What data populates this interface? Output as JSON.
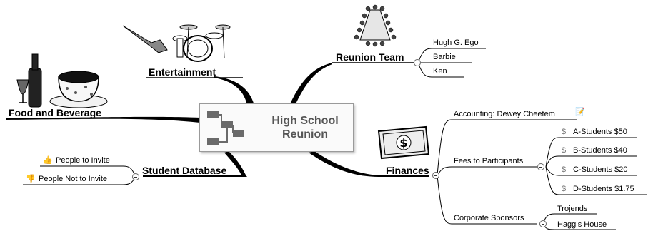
{
  "central_topic": {
    "line1": "High School",
    "line2": "Reunion"
  },
  "branches": {
    "reunion_team": {
      "label": "Reunion Team",
      "members": [
        "Hugh G. Ego",
        "Barbie",
        "Ken"
      ]
    },
    "entertainment": {
      "label": "Entertainment"
    },
    "food_beverage": {
      "label": "Food and Beverage"
    },
    "student_database": {
      "label": "Student Database",
      "items": [
        "People to Invite",
        "People Not to Invite"
      ]
    },
    "finances": {
      "label": "Finances",
      "accounting": "Accounting: Dewey Cheetem",
      "fees": {
        "label": "Fees to Participants",
        "items": [
          "A-Students $50",
          "B-Students $40",
          "C-Students $20",
          "D-Students $1.75"
        ]
      },
      "sponsors": {
        "label": "Corporate Sponsors",
        "items": [
          "Trojends",
          "Haggis House"
        ]
      }
    }
  },
  "colors": {
    "line": "#000000",
    "text": "#000000",
    "center_text": "#555555"
  }
}
